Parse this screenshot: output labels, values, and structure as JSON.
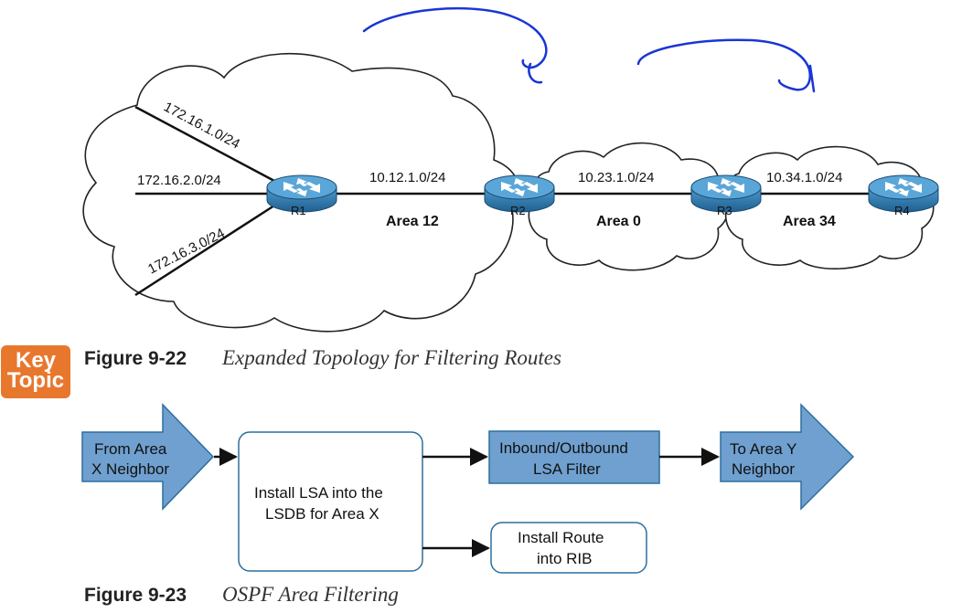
{
  "figure1": {
    "number": "Figure 9-22",
    "title": "Expanded Topology for Filtering Routes",
    "networks": {
      "net1": "172.16.1.0/24",
      "net2": "172.16.2.0/24",
      "net3": "172.16.3.0/24",
      "link12": "10.12.1.0/24",
      "link23": "10.23.1.0/24",
      "link34": "10.34.1.0/24"
    },
    "routers": [
      "R1",
      "R2",
      "R3",
      "R4"
    ],
    "areas": {
      "a12": "Area 12",
      "a0": "Area 0",
      "a34": "Area 34"
    }
  },
  "badge": {
    "line1": "Key",
    "line2": "Topic"
  },
  "figure2": {
    "number": "Figure 9-23",
    "title": "OSPF Area Filtering",
    "from_line1": "From Area",
    "from_line2": "X Neighbor",
    "install_lsa_line1": "Install LSA into the",
    "install_lsa_line2": "LSDB for Area X",
    "filter_line1": "Inbound/Outbound",
    "filter_line2": "LSA Filter",
    "to_line1": "To Area Y",
    "to_line2": "Neighbor",
    "rib_line1": "Install Route",
    "rib_line2": "into RIB"
  },
  "colors": {
    "router_blue": "#2b7ab0",
    "flow_blue": "#6fa0cf",
    "box_border": "#2e6e9e",
    "annotation_blue": "#1a35d6",
    "key_topic": "#e8772e"
  }
}
